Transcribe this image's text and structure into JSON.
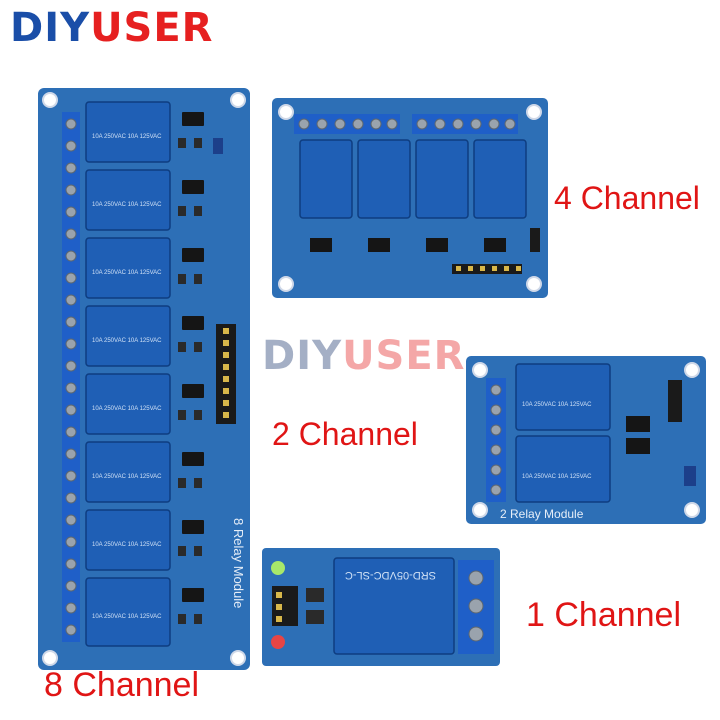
{
  "brand": {
    "part1": "DIY",
    "part2": "USER"
  },
  "watermark": {
    "part1": "DIY",
    "part2": "USER"
  },
  "labels": {
    "four": "4 Channel",
    "two": "2 Channel",
    "one": "1 Channel",
    "eight": "8 Channel"
  },
  "board_text": {
    "module8": "8 Relay Module",
    "module2": "2 Relay Module",
    "relay_model": "SRD-05VDC-SL-C",
    "relay_rating": "10A 250VAC 10A 125VAC"
  },
  "colors": {
    "label_red": "#e01515",
    "brand_blue": "#1a4ea8",
    "pcb_blue": "#2d6fb6",
    "relay_blue": "#1f5fb5"
  }
}
